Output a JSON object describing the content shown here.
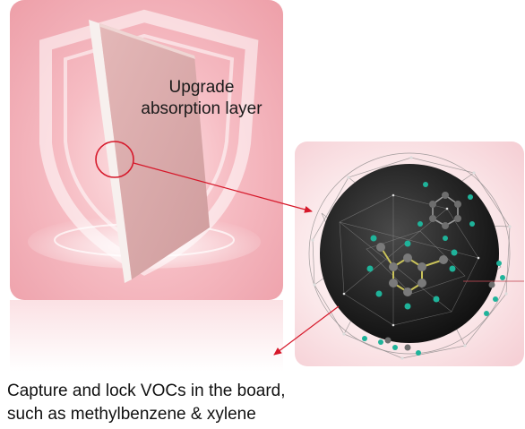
{
  "labels": {
    "upgrade_line1": "Upgrade",
    "upgrade_line2": "absorption layer",
    "caption_line1": "Capture and lock VOCs in the board,",
    "caption_line2": "such as methylbenzene & xylene"
  },
  "colors": {
    "accent_red": "#d6182a",
    "panel_pink": "#f6bcc3",
    "board_face": "#d9a7a8",
    "sphere_dark": "#1e1e1e",
    "atom_teal": "#1fb39a"
  },
  "icons": {
    "highlight": "circle-highlight-icon",
    "pointer": "arrow-icon",
    "shield": "shield-icon",
    "molecule": "molecule-icon"
  }
}
